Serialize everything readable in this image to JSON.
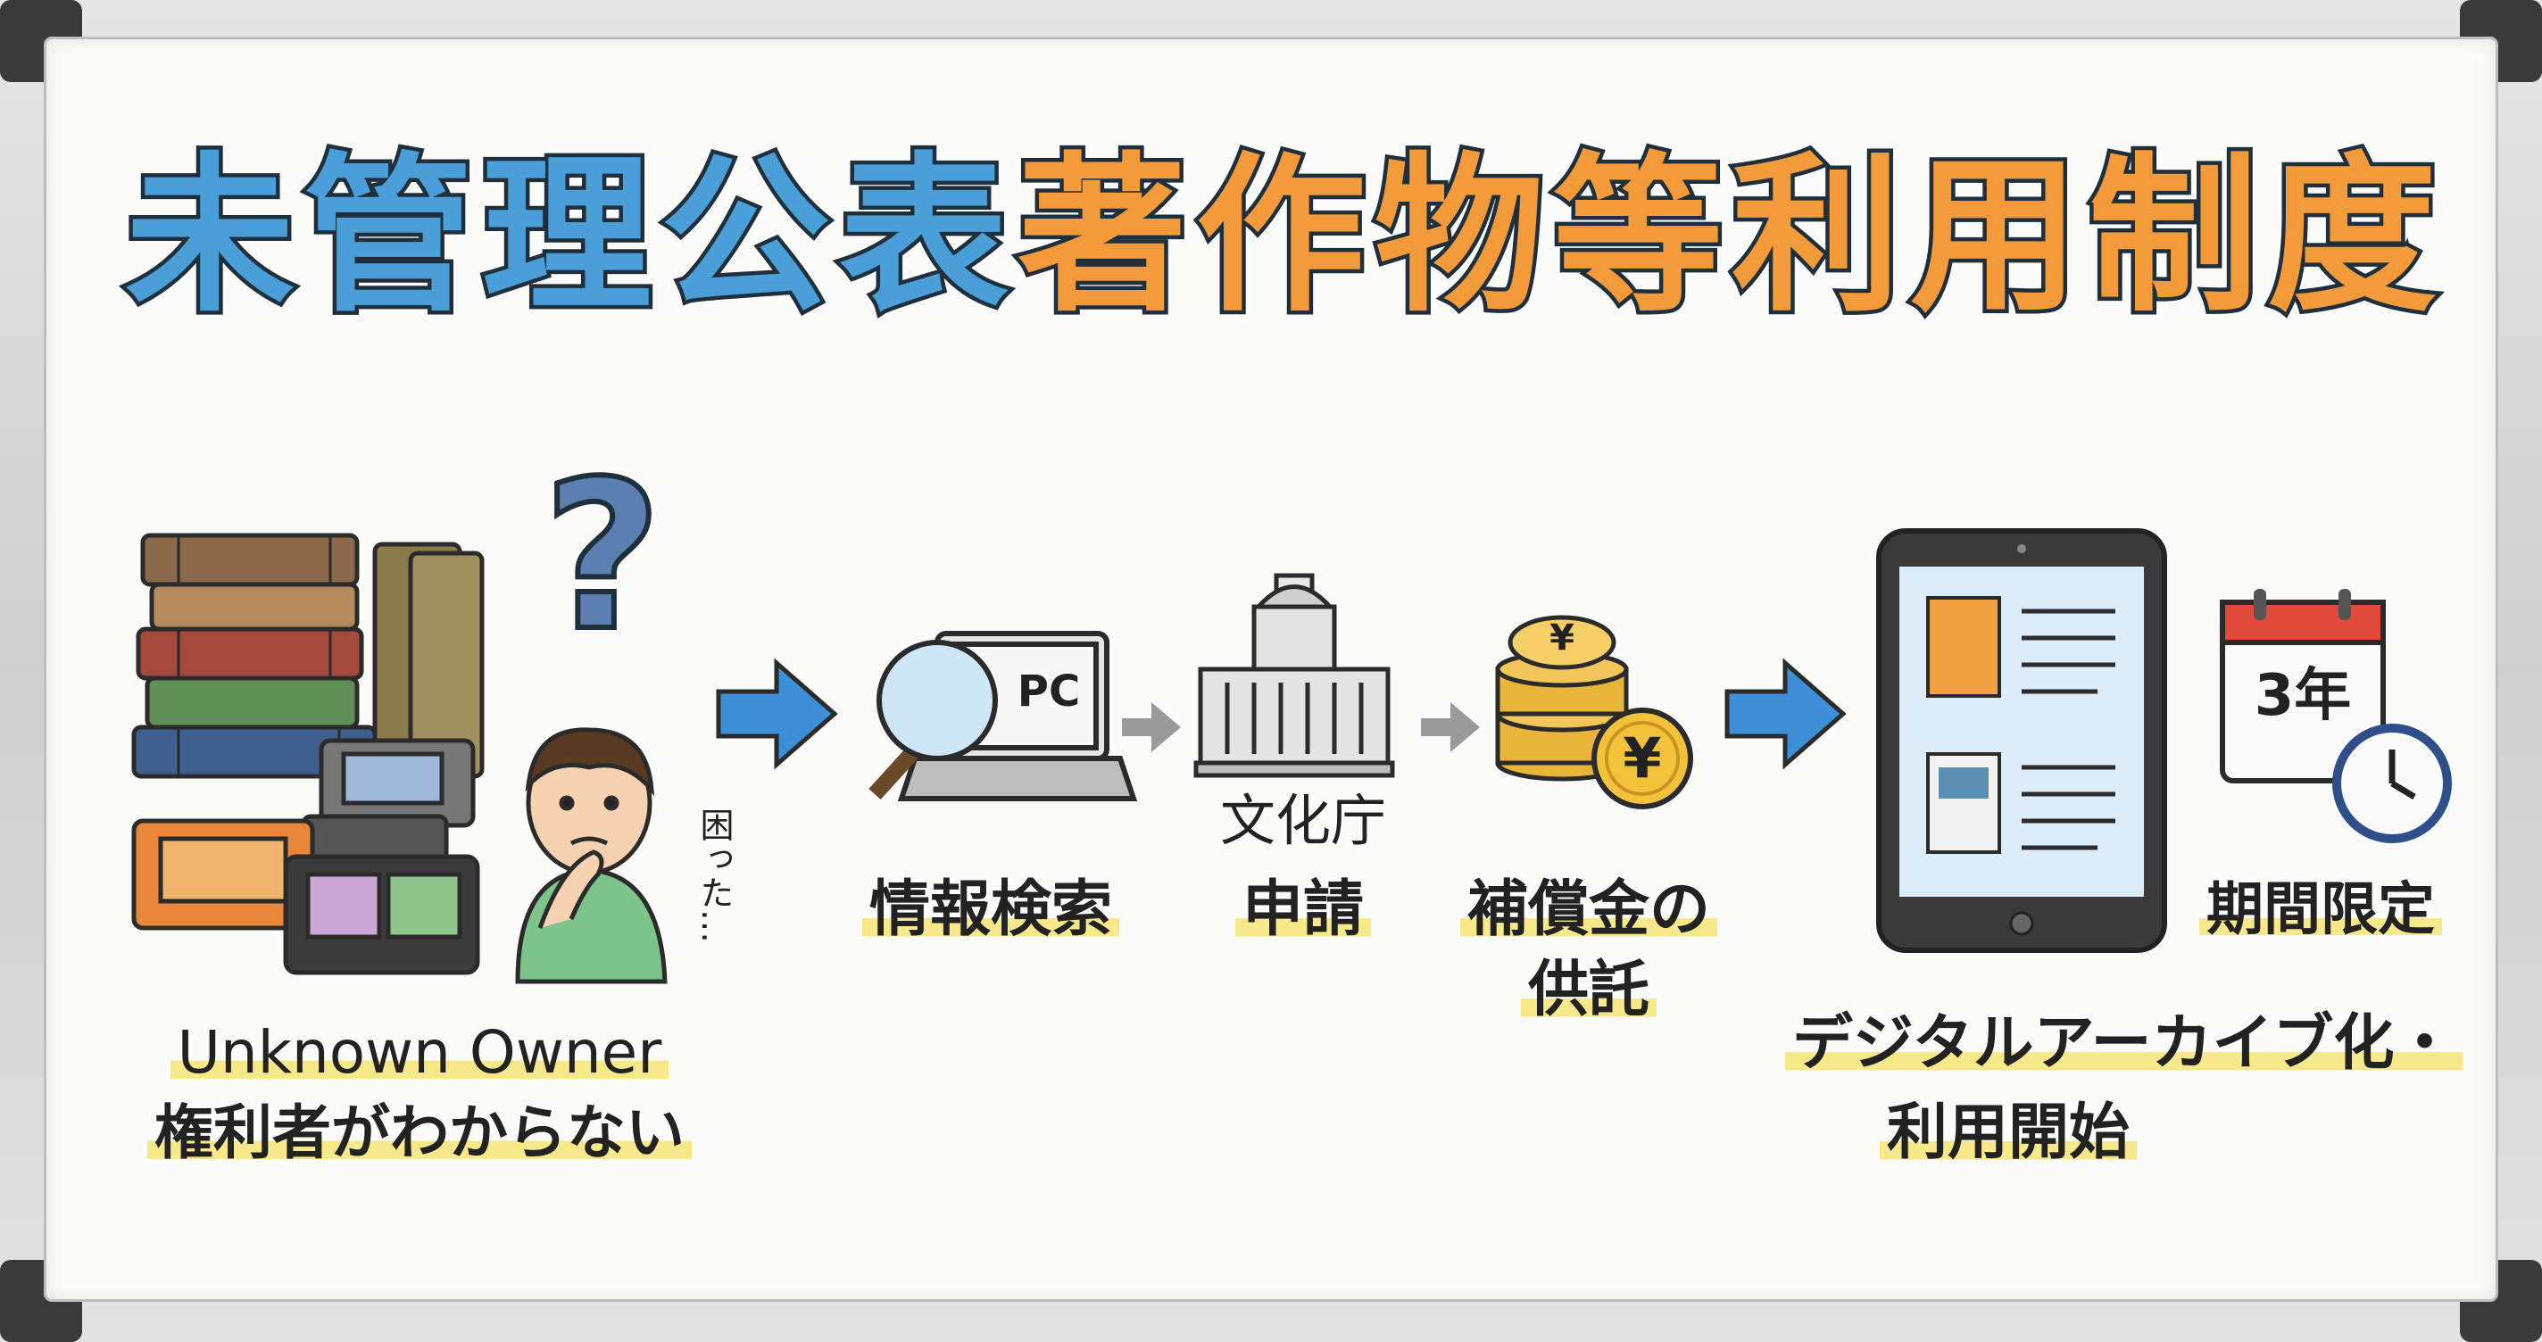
{
  "title": {
    "part1": "未管理公表",
    "part2": "著作物等利用制度"
  },
  "colors": {
    "blue": "#4a9fd8",
    "orange": "#f39a3a",
    "highlight": "#f7e98a",
    "outline": "#1f2f3c"
  },
  "owner": {
    "line1": "Unknown Owner",
    "line2": "権利者がわからない"
  },
  "question_mark": "?",
  "thought": "困った…",
  "steps": {
    "search": {
      "screen": "PC",
      "label": "情報検索"
    },
    "agency": {
      "name": "文化庁",
      "label": "申請"
    },
    "deposit": {
      "coin": "¥",
      "line1": "補償金の",
      "line2": "供託"
    },
    "archive": {
      "line1": "デジタルアーカイブ化・",
      "line2": "利用開始"
    },
    "period": {
      "calendar": "3年",
      "label": "期間限定"
    }
  },
  "icons": [
    "books-stack-icon",
    "game-cartridge-icon",
    "confused-person-icon",
    "arrow-right-icon",
    "magnifier-laptop-icon",
    "government-building-icon",
    "coin-stack-icon",
    "yen-coin-icon",
    "tablet-archive-icon",
    "calendar-icon",
    "clock-icon"
  ]
}
